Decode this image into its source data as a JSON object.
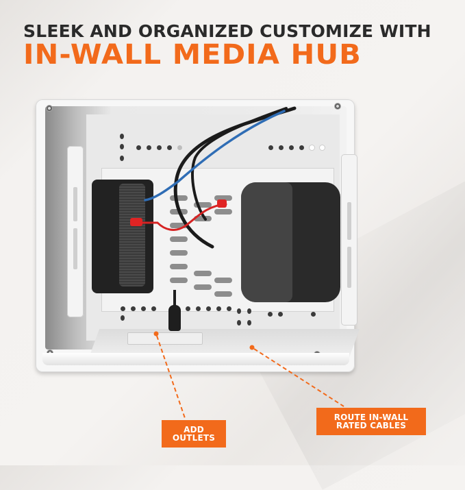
{
  "headline": {
    "line1": "SLEEK AND ORGANIZED CUSTOMIZE WITH",
    "line2": "IN-WALL MEDIA HUB"
  },
  "callouts": [
    {
      "id": "add-outlets",
      "lines": [
        "ADD",
        "OUTLETS"
      ]
    },
    {
      "id": "route-cables",
      "lines": [
        "ROUTE IN-WALL",
        "RATED CABLES"
      ]
    }
  ],
  "colors": {
    "accent": "#f26a1b",
    "title": "#2a2a2a",
    "background": "#f3f1ef",
    "callout_text": "#ffffff"
  },
  "product": {
    "name": "In-Wall Media Hub",
    "visible_items": [
      "network switch",
      "power adapter",
      "blue ethernet cable",
      "red ethernet cable",
      "black power cords",
      "power plug",
      "outlet plate",
      "mounting plate"
    ]
  }
}
